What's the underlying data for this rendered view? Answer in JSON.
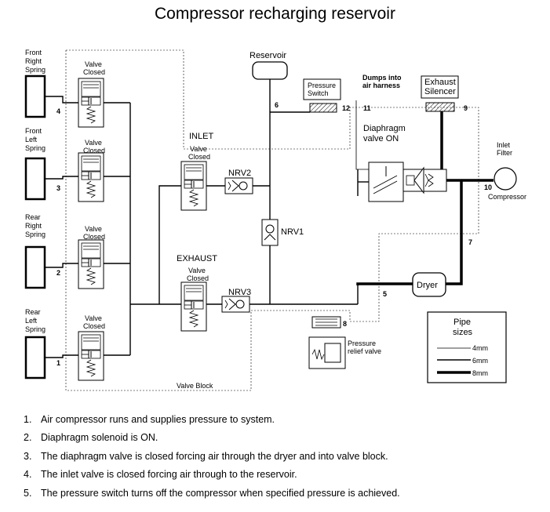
{
  "title": "Compressor recharging reservoir",
  "springs": [
    {
      "label": "Front\nRight\nSpring",
      "num": "4"
    },
    {
      "label": "Front\nLeft\nSpring",
      "num": "3"
    },
    {
      "label": "Rear\nRight\nSpring",
      "num": "2"
    },
    {
      "label": "Rear\nLeft\nSpring",
      "num": "1"
    }
  ],
  "valve_state": "Valve\nClosed",
  "inlet": "INLET",
  "exhaust": "EXHAUST",
  "nrv1": "NRV1",
  "nrv2": "NRV2",
  "nrv3": "NRV3",
  "reservoir": "Reservoir",
  "pressure_switch": "Pressure\nSwitch",
  "dumps": "Dumps into\nair harness",
  "exhaust_silencer": "Exhaust\nSilencer",
  "diaphragm": "Diaphragm\nvalve ON",
  "inlet_filter": "Inlet\nFilter",
  "compressor": "Compressor",
  "dryer": "Dryer",
  "pressure_relief": "Pressure\nrelief valve",
  "valve_block": "Valve Block",
  "port_numbers": {
    "p5": "5",
    "p6": "6",
    "p7": "7",
    "p8": "8",
    "p9": "9",
    "p10": "10",
    "p11": "11",
    "p12": "12"
  },
  "legend": {
    "title": "Pipe\nsizes",
    "items": [
      "4mm",
      "6mm",
      "8mm"
    ]
  },
  "notes": [
    {
      "n": "1.",
      "text": "Air compressor runs and supplies pressure to system."
    },
    {
      "n": "2.",
      "text": "Diaphragm solenoid is ON."
    },
    {
      "n": "3.",
      "text": "The diaphragm valve is closed forcing air through the dryer and into valve block."
    },
    {
      "n": "4.",
      "text": "The inlet valve is closed forcing air through to the reservoir."
    },
    {
      "n": "5.",
      "text": "The pressure switch turns off the compressor when specified pressure is achieved."
    }
  ]
}
